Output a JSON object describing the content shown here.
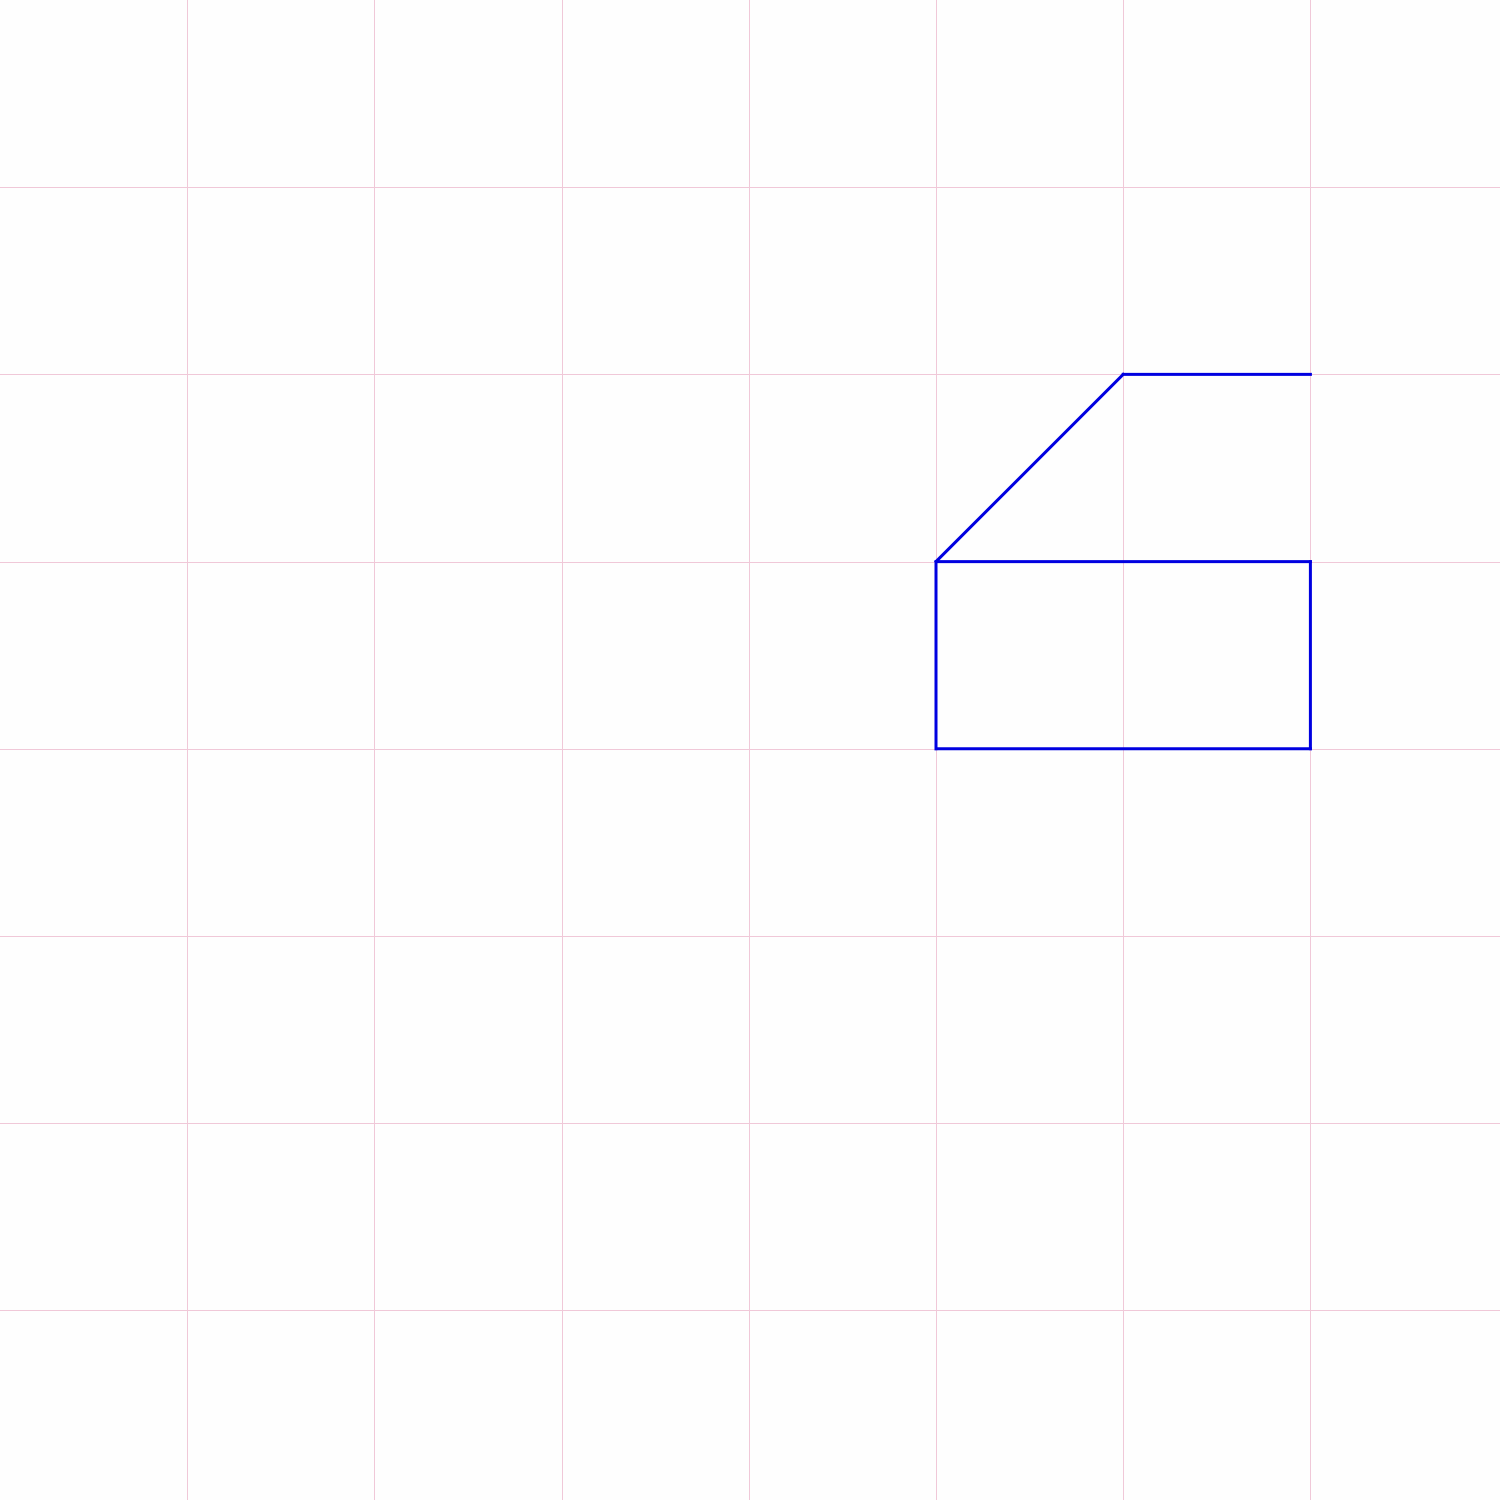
{
  "grid": {
    "columns": 8,
    "rows": 8,
    "line_color": "#f0c8d8",
    "background": "#fefefe"
  },
  "drawing": {
    "stroke_color": "#0000e0",
    "segments": [
      {
        "from": [
          5,
          3
        ],
        "to": [
          6,
          2
        ]
      },
      {
        "from": [
          6,
          2
        ],
        "to": [
          7,
          2
        ]
      },
      {
        "from": [
          5,
          3
        ],
        "to": [
          7,
          3
        ]
      },
      {
        "from": [
          7,
          3
        ],
        "to": [
          7,
          4
        ]
      },
      {
        "from": [
          7,
          4
        ],
        "to": [
          5,
          4
        ]
      },
      {
        "from": [
          5,
          4
        ],
        "to": [
          5,
          3
        ]
      }
    ]
  }
}
